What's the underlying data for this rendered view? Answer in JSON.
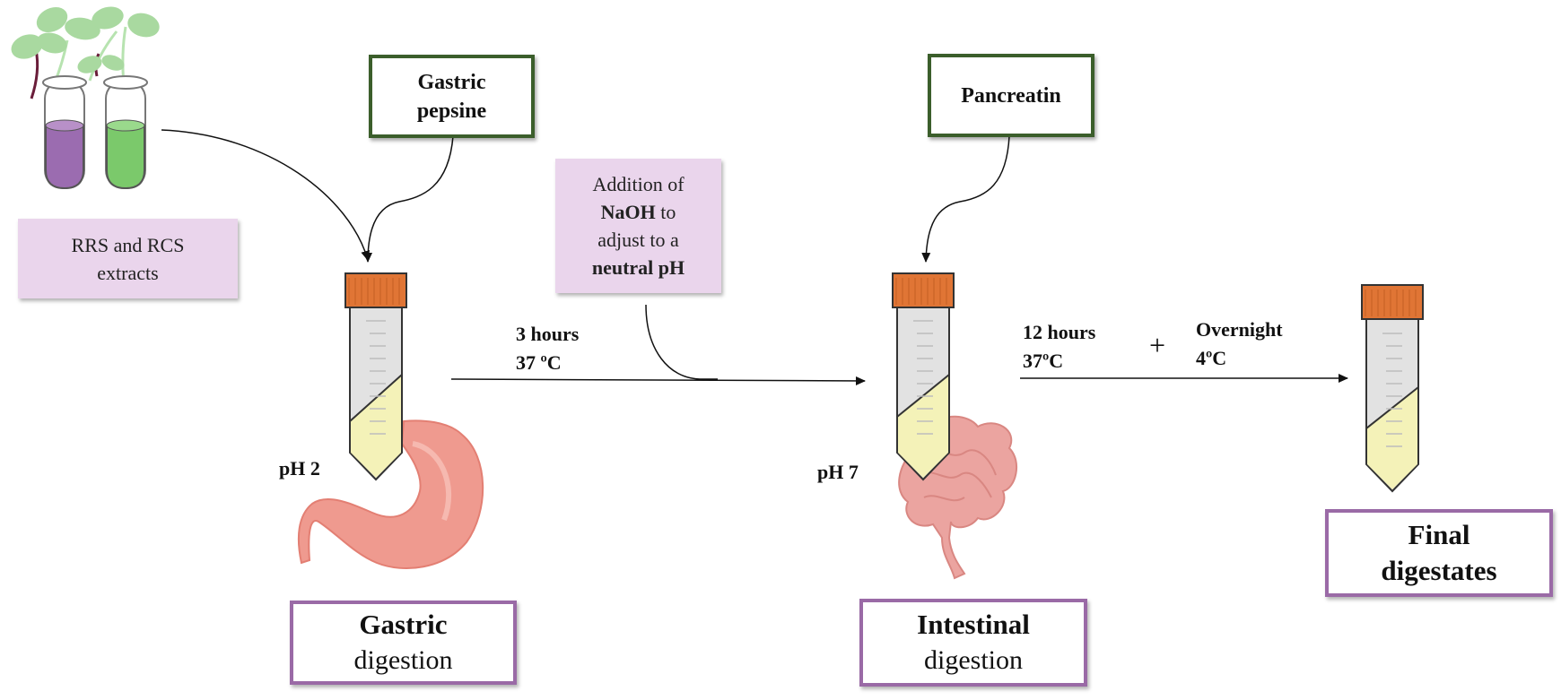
{
  "extracts_label": "RRS and RCS extracts",
  "gastric_enzyme": {
    "line1": "Gastric",
    "line2": "pepsine"
  },
  "intestinal_enzyme": "Pancreatin",
  "naoh_note": {
    "line1": "Addition of",
    "line2_bold": "NaOH",
    "line2_rest": " to",
    "line3": "adjust to a",
    "line4_bold": "neutral pH"
  },
  "gastric_conditions": {
    "time": "3 hours",
    "temp": "37 ºC"
  },
  "intestinal_conditions": {
    "time": "12 hours",
    "temp": "37ºC"
  },
  "plus_sign": "+",
  "storage_conditions": {
    "time": "Overnight",
    "temp": "4ºC"
  },
  "ph_gastric": "pH 2",
  "ph_intestinal": "pH 7",
  "stage_gastric": {
    "line1": "Gastric",
    "line2": "digestion"
  },
  "stage_intestinal": {
    "line1": "Intestinal",
    "line2": "digestion"
  },
  "stage_final": {
    "line1": "Final",
    "line2": "digestates"
  },
  "colors": {
    "tube_cap": "#e07535",
    "tube_liquid": "#f4f2b8",
    "stomach": "#ef9a8f",
    "intestine": "#eba4a0",
    "extract_purple": "#9b6cb0",
    "extract_green": "#7bc96b",
    "leaf": "#a9d9a0",
    "green_border": "#3b5e2b",
    "purple_border": "#9a6aa6",
    "pink_fill": "#ead5ec"
  }
}
